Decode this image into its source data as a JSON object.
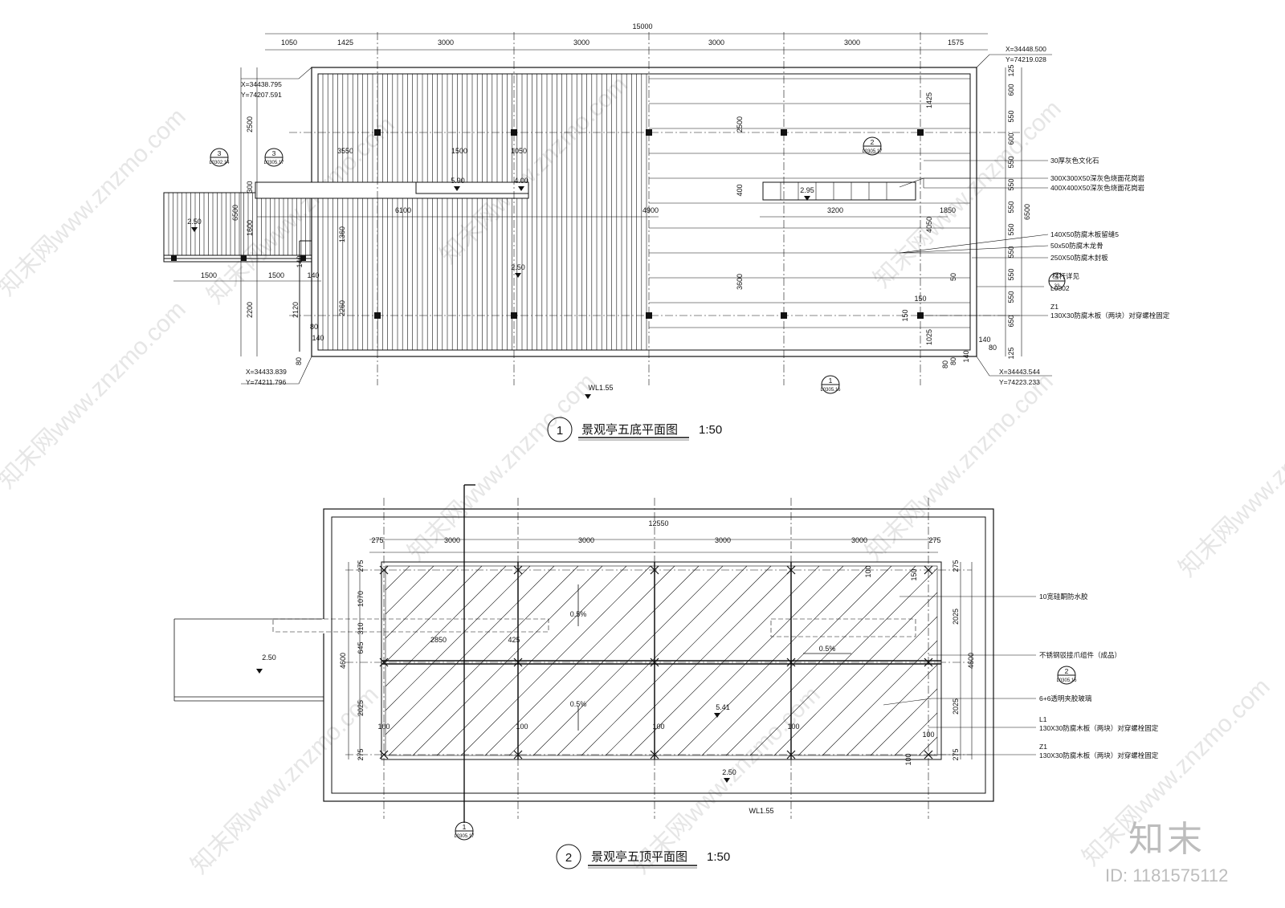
{
  "drawing1": {
    "title": "景观亭五底平面图",
    "scale": "1:50",
    "index": "1",
    "top_total": "15000",
    "top_dims": [
      "1050",
      "1425",
      "3000",
      "3000",
      "3000",
      "3000",
      "1575"
    ],
    "coords": {
      "tl": [
        "X=34438.795",
        "Y=74207.591"
      ],
      "tr": [
        "X=34448.500",
        "Y=74219.028"
      ],
      "bl": [
        "X=34433.839",
        "Y=74211.796"
      ],
      "br": [
        "X=34443.544",
        "Y=74223.233"
      ]
    },
    "right_dims": [
      "125",
      "600",
      "550",
      "600",
      "550",
      "550",
      "550",
      "550",
      "550",
      "550",
      "550",
      "650",
      "125"
    ],
    "right_total": "6500",
    "inner_dims": {
      "d3550": "3550",
      "d1500a": "1500",
      "d1050": "1050",
      "d6100": "6100",
      "d4900": "4900",
      "d3200": "3200",
      "d1850": "1850",
      "d1500b": "1500",
      "d1500c": "1500",
      "d140a": "140",
      "d140b": "140",
      "d2500a": "2500",
      "d6500": "6500",
      "d1600": "1600",
      "d300": "300",
      "d2200": "2200",
      "d2120": "2120",
      "d1360": "1360",
      "d2260": "2260",
      "d80a": "80",
      "d80b": "80",
      "d140c": "140",
      "d2500b": "2500",
      "d3600": "3600",
      "d400": "400",
      "d1425": "1425",
      "d4050": "4050",
      "d1025": "1025",
      "d150a": "150",
      "d150b": "150",
      "d50": "50",
      "d80c": "80",
      "d140d": "140",
      "d140e": "140",
      "d80d": "80",
      "d80e": "80"
    },
    "levels": [
      "5.90",
      "4.00",
      "2.95",
      "2.50",
      "2.50"
    ],
    "wl": "WL1.55",
    "annotations": [
      "30厚灰色文化石",
      "300X300X50深灰色烧面花岗岩",
      "400X400X50深灰色烧面花岗岩",
      "140X50防腐木板留缝5",
      "50x50防腐木龙骨",
      "250X50防腐木封板",
      "栏杆详见",
      "L0302",
      "Z1",
      "130X30防腐木板（两块）对穿螺栓固定"
    ],
    "callout_detail": {
      "num": "4",
      "sheet": "33"
    },
    "section_tags": [
      {
        "num": "3",
        "sheet": "L0302.14"
      },
      {
        "num": "3",
        "sheet": "L0305.17"
      },
      {
        "num": "2",
        "sheet": "L0305.17"
      },
      {
        "num": "1",
        "sheet": "L0305.16"
      }
    ]
  },
  "drawing2": {
    "title": "景观亭五顶平面图",
    "scale": "1:50",
    "index": "2",
    "top_total": "12550",
    "top_dims": [
      "275",
      "3000",
      "3000",
      "3000",
      "3000",
      "275"
    ],
    "left_dims": [
      "275",
      "1070",
      "310",
      "645",
      "2025",
      "275"
    ],
    "left_total": "4600",
    "right_dims": [
      "275",
      "2025",
      "2025",
      "275"
    ],
    "right_total": "4600",
    "inner_dims": {
      "d2850": "2850",
      "d425": "425",
      "d100": [
        "100",
        "100",
        "100",
        "100",
        "100",
        "100",
        "150",
        "100"
      ]
    },
    "slopes": [
      "0.5%",
      "0.5%",
      "0.5%"
    ],
    "levels": [
      "2.50",
      "5.41",
      "2.50"
    ],
    "wl": "WL1.55",
    "annotations": [
      "10宽硅酮防水胶",
      "不锈钢驳接爪组件（成品）",
      "6+6透明夹胶玻璃",
      "L1",
      "130X30防腐木板（两块）对穿螺栓固定",
      "Z1",
      "130X30防腐木板（两块）对穿螺栓固定"
    ],
    "section_tags": [
      {
        "num": "2",
        "sheet": "L0305.16"
      },
      {
        "num": "1",
        "sheet": "L0305.17"
      }
    ]
  },
  "watermark": {
    "text": "知末网www.znzmo.com",
    "brand": "知末",
    "id": "ID: 1181575112"
  }
}
